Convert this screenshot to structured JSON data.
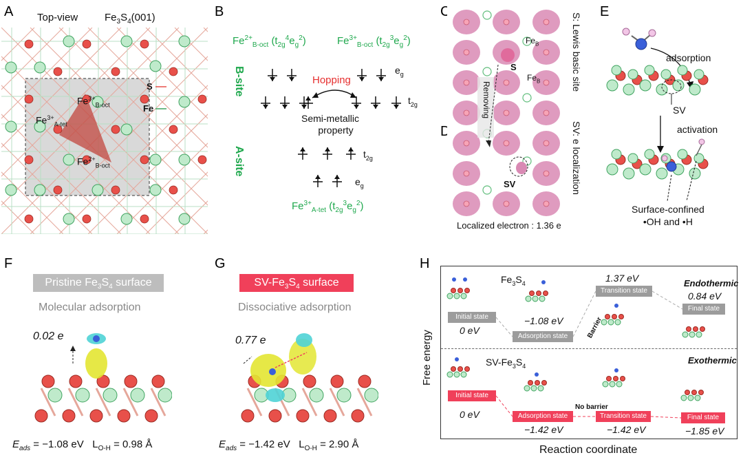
{
  "panels": {
    "A": {
      "letter": "A",
      "view": "Top-view",
      "formula": "Fe",
      "f1": "3",
      "f2": "S",
      "f3": "4",
      "f4": "(001)",
      "fe3_main": "Fe",
      "fe3_sup": "3+",
      "fe3_sub": "A-tet",
      "fe3b_main": "Fe",
      "fe3b_sup": "3+",
      "fe3b_sub": "B-oct",
      "fe2b_main": "Fe",
      "fe2b_sup": "2+",
      "fe2b_sub": "B-oct",
      "s_label": "S",
      "fe_label": "Fe"
    },
    "B": {
      "letter": "B",
      "left_ion": "Fe",
      "left_sup": "2+",
      "left_sub": "B-oct",
      "left_cfg": "(t",
      "left_c1": "2g",
      "left_c2": "4",
      "left_c3": "e",
      "left_c4": "g",
      "left_c5": "2",
      "left_c6": ")",
      "right_ion": "Fe",
      "right_sup": "3+",
      "right_sub": "B-oct",
      "right_cfg": "(t",
      "right_c1": "2g",
      "right_c2": "3",
      "right_c3": "e",
      "right_c4": "g",
      "right_c5": "2",
      "right_c6": ")",
      "bsite": "B-site",
      "asite": "A-site",
      "hopping": "Hopping",
      "eg": "e",
      "eg_sub": "g",
      "t2g": "t",
      "t2g_sub": "2g",
      "semi1": "Semi-metallic",
      "semi2": "property",
      "a_ion": "Fe",
      "a_sup": "3+",
      "a_sub": "A-tet",
      "a_cfg": "(t",
      "a_c1": "2g",
      "a_c2": "3",
      "a_c3": "e",
      "a_c4": "g",
      "a_c5": "2",
      "a_c6": ")"
    },
    "C": {
      "letter": "C",
      "s_label": "S",
      "feb1": "Fe",
      "feb1_sub": "B",
      "feb2": "Fe",
      "feb2_sub": "B",
      "side": "S: Lewis basic site",
      "removing": "Removing"
    },
    "D": {
      "letter": "D",
      "sv": "SV",
      "side": "SV: e localization",
      "localized": "Localized electron : 1.36 e"
    },
    "E": {
      "letter": "E",
      "adsorption": "adsorption",
      "sv": "SV",
      "activation": "activation",
      "conf1": "Surface-confined",
      "conf2": "•OH and •H"
    },
    "F": {
      "letter": "F",
      "banner1": "Pristine Fe",
      "banner_s1": "3",
      "banner2": "S",
      "banner_s2": "4",
      "banner3": " surface",
      "mode": "Molecular adsorption",
      "charge": "0.02 e",
      "eads_label": "E",
      "eads_sub": "ads",
      "eads_val": " = −1.08 eV",
      "loh_label": "L",
      "loh_sub": "O-H",
      "loh_val": " = 0.98 Å"
    },
    "G": {
      "letter": "G",
      "banner1": "SV-Fe",
      "banner_s1": "3",
      "banner2": "S",
      "banner_s2": "4",
      "banner3": " surface",
      "mode": "Dissociative adsorption",
      "charge": "0.77 e",
      "eads_label": "E",
      "eads_sub": "ads",
      "eads_val": " = −1.42 eV",
      "loh_label": "L",
      "loh_sub": "O-H",
      "loh_val": " = 2.90 Å"
    },
    "H": {
      "letter": "H",
      "yaxis": "Free energy",
      "xaxis": "Reaction coordinate",
      "top_title": "Fe",
      "top_s1": "3",
      "top_s2": "S",
      "top_s3": "4",
      "endo": "Endothermic",
      "top_states": [
        "Initial state",
        "Adsorption state",
        "Transition state",
        "Final state"
      ],
      "top_values": [
        "0 eV",
        "−1.08 eV",
        "1.37 eV",
        "0.84 eV"
      ],
      "barrier": "Barrier",
      "bot_title": "SV-Fe",
      "bot_s1": "3",
      "bot_s2": "S",
      "bot_s3": "4",
      "exo": "Exothermic",
      "bot_states": [
        "Initial state",
        "Adsorption state",
        "Transition state",
        "Final state"
      ],
      "bot_values": [
        "0 eV",
        "−1.42 eV",
        "−1.42 eV",
        "−1.85 eV"
      ],
      "no_barrier": "No barrier"
    }
  },
  "colors": {
    "green": "#1fa84d",
    "red": "#e62f2f",
    "pink": "#f0405a",
    "gray_tag": "#9c9c9c",
    "s_atom": "#e8504a",
    "fe_atom": "#bfeacb"
  }
}
